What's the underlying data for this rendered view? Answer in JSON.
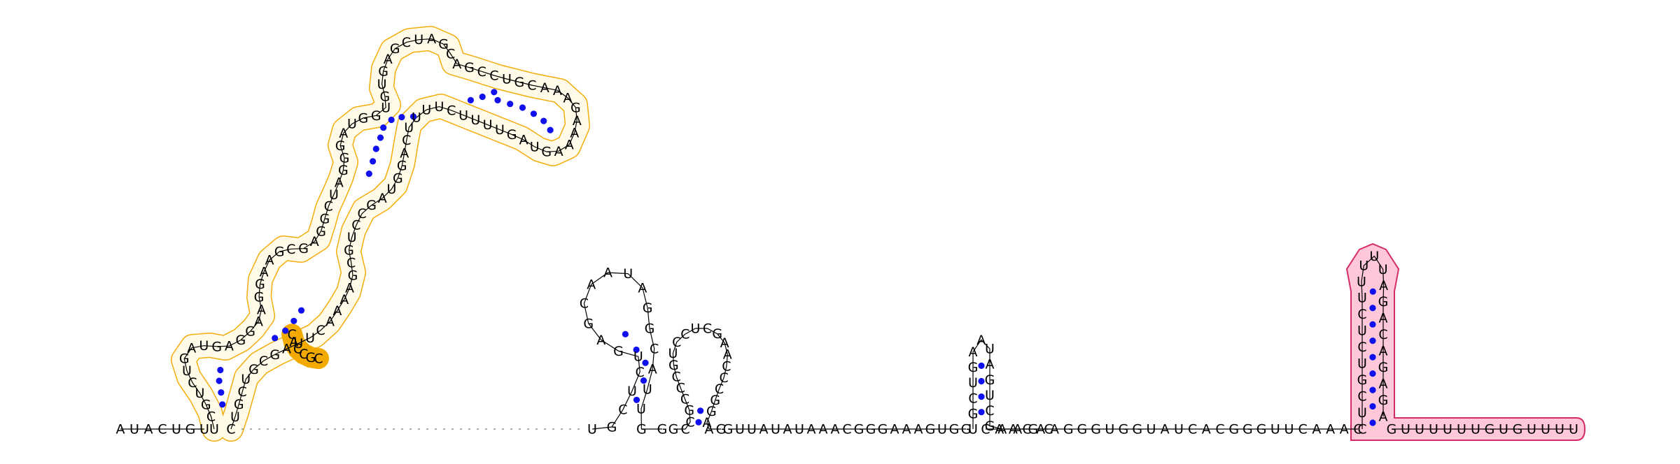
{
  "colors": {
    "highlight_yellow": "#f2a900",
    "highlight_yellow_fill": "#fffbe8",
    "highlight_pink": "#d42a6a",
    "highlight_pink_fill": "#ffc8d8",
    "base_pair_dot": "#1010ee",
    "backbone": "#000000",
    "nucleotide_text": "#000000"
  },
  "segments": {
    "s5prime": "AUACUGU",
    "yellow_domain": "UCGUCUGAUGAGGAAGGAAGCGAGGCUAGGGAUGGUGUGAGCUAGCAGCCUGCAAAGAAAAGUAGUUUUCUUUUCAGGUAGCCUGCGAAAACUUAGCGUCGUC",
    "yellow_dense": "CACCGC",
    "hairpin_a": "UGCUCUGAGCAAUAGGCAUUGG",
    "hairpin_b": "GCCGCCCGUCCUCGAACCCGGAAG",
    "linker_1": "GUUAUAUAAACGGGAAAGUGG",
    "hairpin_c": "UGCUGAAUAGUCGAAGC",
    "linker_2": "CAACAAGGGUGGUAUCACGGGUUCAAAC",
    "pink_stem": "CUCGUCUCUUUUUAGACAGAGA",
    "pink_tail": "GUUUUUUGUGUUUU"
  }
}
